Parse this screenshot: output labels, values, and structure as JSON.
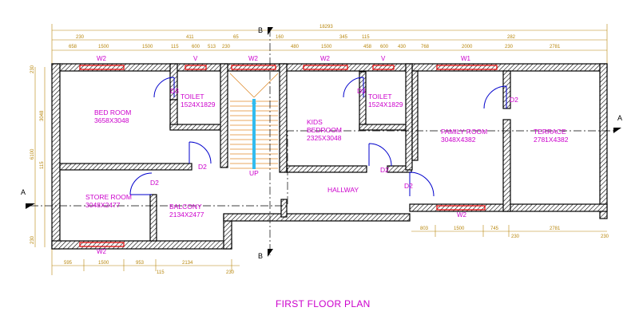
{
  "title": "FIRST FLOOR PLAN",
  "rooms": {
    "bed_room": {
      "name": "BED ROOM",
      "size": "3658X3048"
    },
    "toilet_1": {
      "name": "TOILET",
      "size": "1524X1829"
    },
    "toilet_2": {
      "name": "TOILET",
      "size": "1524X1829"
    },
    "kids_bedroom": {
      "name_1": "KIDS",
      "name_2": "BEDROOM",
      "size": "2325X3048"
    },
    "family_room": {
      "name": "FAMILY ROOM",
      "size": "3048X4382"
    },
    "terrace": {
      "name": "TERRACE",
      "size": "2781X4382"
    },
    "store_room": {
      "name": "STORE ROOM",
      "size": "3048X2477"
    },
    "balcony": {
      "name": "BALCONY",
      "size": "2134X2477"
    },
    "hallway": {
      "name": "HALLWAY"
    },
    "stair": {
      "label": "UP"
    }
  },
  "doors": [
    "D2",
    "D2",
    "D2",
    "D2",
    "D2",
    "D3",
    "D3"
  ],
  "windows": [
    "W2",
    "V",
    "W2",
    "W2",
    "V",
    "W1",
    "W2",
    "W2"
  ],
  "section_marks": {
    "a_left": "A",
    "a_right": "A",
    "b_top": "B",
    "b_bottom": "B"
  },
  "dimensions": {
    "overall": "18293",
    "top_row_1": [
      "230",
      "411",
      "65",
      "160",
      "345",
      "115",
      "282"
    ],
    "top_row_2": [
      "658",
      "1500",
      "1500",
      "115",
      "600",
      "513",
      "230",
      "480",
      "1500",
      "458",
      "600",
      "430",
      "768",
      "2000",
      "230",
      "2781"
    ],
    "bottom_left": [
      "595",
      "1500",
      "953",
      "115",
      "2134",
      "230"
    ],
    "bottom_right": [
      "803",
      "1500",
      "745",
      "230",
      "2781",
      "230"
    ],
    "left": [
      "230",
      "3048",
      "6100",
      "115",
      "230"
    ]
  },
  "colors": {
    "room_text": "#cc00cc",
    "dimension": "#b8860b",
    "window": "#e60000",
    "door": "#0000cc",
    "stair_mark": "#33bbee"
  }
}
